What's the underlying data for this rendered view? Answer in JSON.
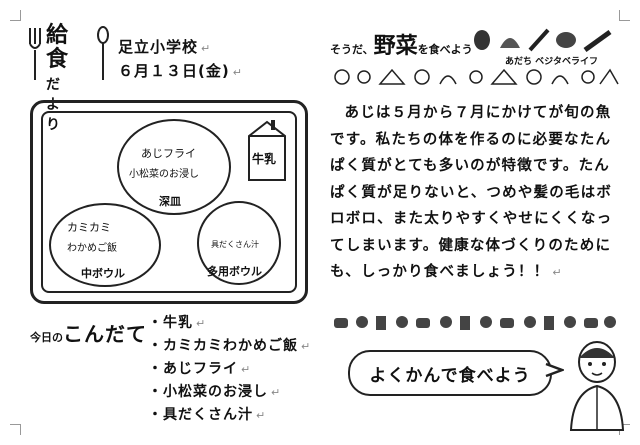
{
  "header": {
    "title_main": "給食",
    "title_sub": "だより",
    "school": "足立小学校",
    "date": "６月１３日(金)"
  },
  "right_header": {
    "prefix": "そうだ、",
    "main": "野菜",
    "suffix": "を食べよう",
    "tagline": "あだち ベジタベライフ"
  },
  "tray": {
    "fukazara": {
      "label": "深皿",
      "items": [
        "あじフライ",
        "小松菜のお浸し"
      ]
    },
    "naka_bowl": {
      "label": "中ボウル",
      "items": [
        "カミカミ",
        "わかめご飯"
      ]
    },
    "tayou_bowl": {
      "label": "多用ボウル",
      "items": [
        "具だくさん汁"
      ]
    },
    "milk_label": "牛乳"
  },
  "article": {
    "text": "あじは５月から７月にかけてが旬の魚です。私たちの体を作るのに必要なたんぱく質がとても多いのが特徴です。たんぱく質が足りないと、つめや髪の毛はボロボロ、また太りやすくやせにくくなってしまいます。健康な体づくりのためにも、しっかり食べましょう！！"
  },
  "menu": {
    "heading_prefix": "今日の",
    "heading_main": "こんだて",
    "items": [
      "・牛乳",
      "・カミカミわかめご飯",
      "・あじフライ",
      "・小松菜のお浸し",
      "・具だくさん汁"
    ]
  },
  "bubble": {
    "text": "よくかんで食べよう"
  },
  "return_mark": "↵"
}
